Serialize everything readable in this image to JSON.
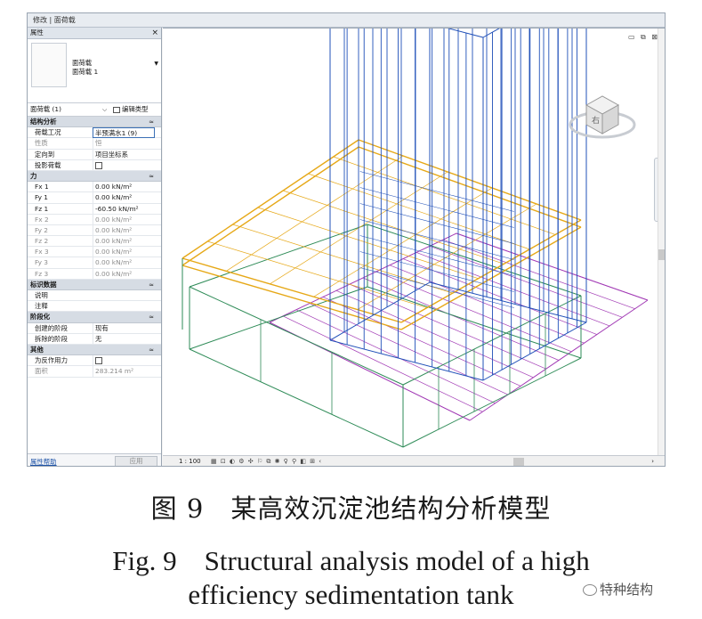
{
  "window": {
    "title": "修改 | 面荷载"
  },
  "properties": {
    "header": "属性",
    "close": "×",
    "type_name_line1": "面荷载",
    "type_name_line2": "面荷载 1",
    "selector": "面荷载 (1)",
    "edit_type": "编辑类型",
    "categories": [
      {
        "label": "结构分析",
        "chev": "≈",
        "rows": [
          {
            "name": "荷载工况",
            "value": "半预满水1 (9)",
            "selected": true
          },
          {
            "name": "性质",
            "value": "恒",
            "dim": true
          },
          {
            "name": "定向到",
            "value": "项目坐标系"
          },
          {
            "name": "投影荷载",
            "checkbox": true
          }
        ]
      },
      {
        "label": "力",
        "chev": "≈",
        "rows": [
          {
            "name": "Fx 1",
            "value": "0.00 kN/m²"
          },
          {
            "name": "Fy 1",
            "value": "0.00 kN/m²"
          },
          {
            "name": "Fz 1",
            "value": "-60.50 kN/m²"
          },
          {
            "name": "Fx 2",
            "value": "0.00 kN/m²",
            "dim": true
          },
          {
            "name": "Fy 2",
            "value": "0.00 kN/m²",
            "dim": true
          },
          {
            "name": "Fz 2",
            "value": "0.00 kN/m²",
            "dim": true
          },
          {
            "name": "Fx 3",
            "value": "0.00 kN/m²",
            "dim": true
          },
          {
            "name": "Fy 3",
            "value": "0.00 kN/m²",
            "dim": true
          },
          {
            "name": "Fz 3",
            "value": "0.00 kN/m²",
            "dim": true
          }
        ]
      },
      {
        "label": "标识数据",
        "chev": "≈",
        "rows": [
          {
            "name": "说明",
            "value": ""
          },
          {
            "name": "注释",
            "value": ""
          }
        ]
      },
      {
        "label": "阶段化",
        "chev": "≈",
        "rows": [
          {
            "name": "创建的阶段",
            "value": "现有"
          },
          {
            "name": "拆除的阶段",
            "value": "无"
          }
        ]
      },
      {
        "label": "其他",
        "chev": "≈",
        "rows": [
          {
            "name": "为反作用力",
            "checkbox": true
          },
          {
            "name": "面积",
            "value": "283.214 m²",
            "dim": true
          }
        ]
      }
    ],
    "help_link": "属性帮助",
    "apply_button": "应用"
  },
  "viewport": {
    "window_controls": "▭ ⧉ ⊠",
    "viewcube_face": "右",
    "scale": "1 : 100",
    "toolbar_glyphs": "▦ ⊡ ◐ ⚙ ✣ ⚐ ⧉ ✺ ♀ ⚲ ◧ ⊞ ‹",
    "hscroll_right": "›"
  },
  "caption": {
    "cn": "图 9　某高效沉淀池结构分析模型",
    "en_line1": "Fig. 9　Structural analysis model of a high",
    "en_line2": "efficiency sedimentation tank"
  },
  "watermark": "特种结构",
  "colors": {
    "yellow": "#e6a817",
    "blue": "#1f4fb8",
    "magenta": "#a23bb5",
    "green": "#2e8b57"
  }
}
